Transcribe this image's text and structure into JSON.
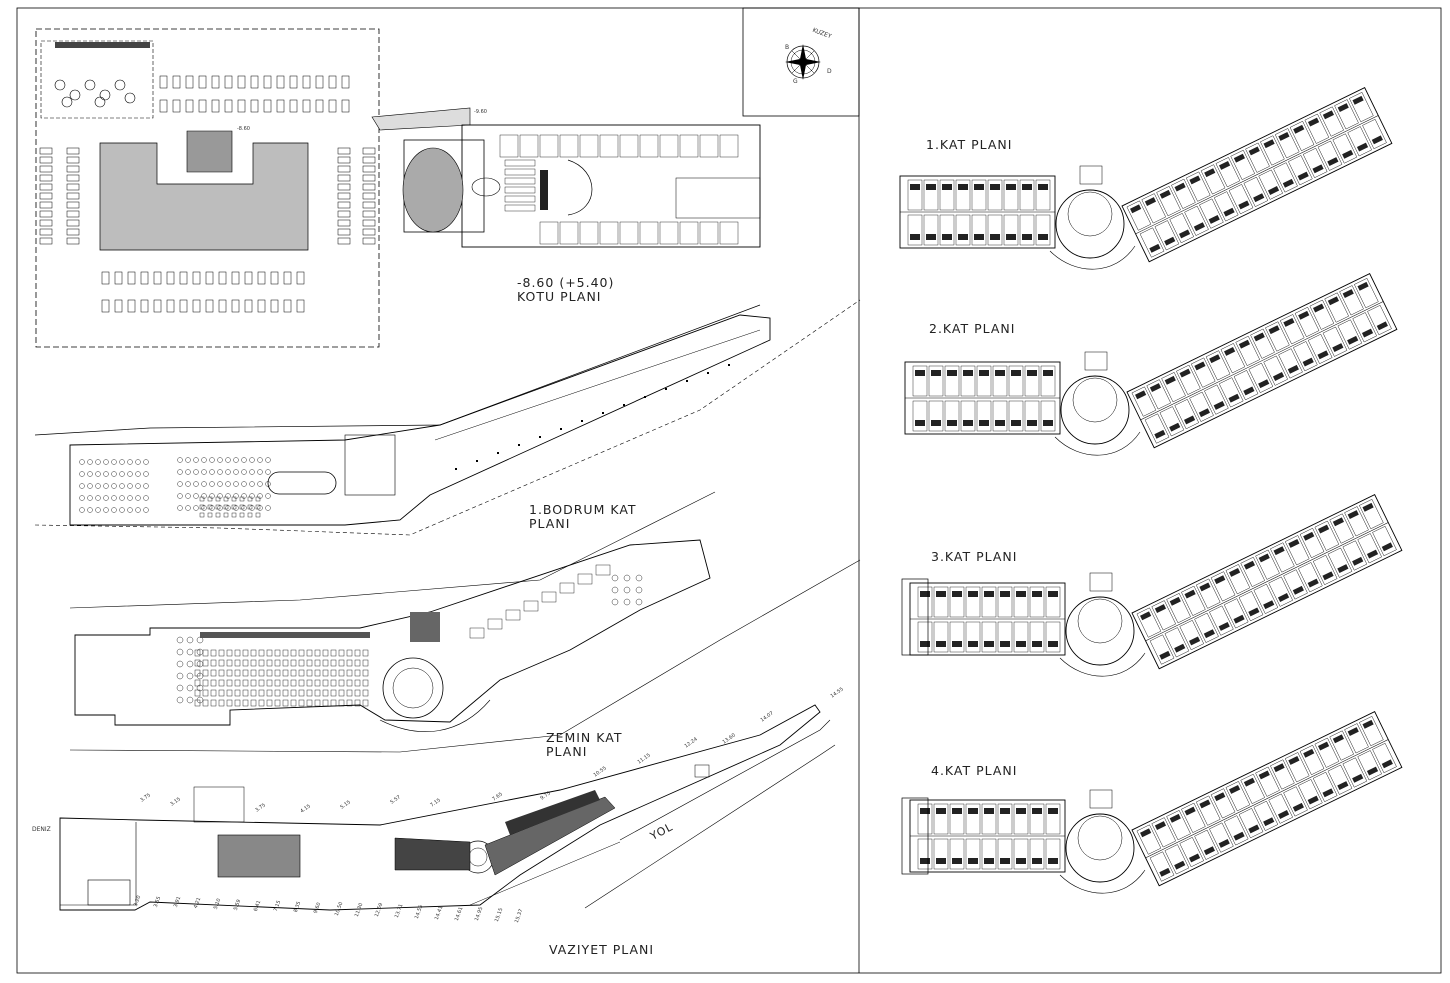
{
  "plans": {
    "kotu": {
      "line1": "-8.60 (+5.40)",
      "line2": "KOTU PLANI"
    },
    "bodrum": {
      "line1": "1.BODRUM KAT",
      "line2": "PLANI"
    },
    "zemin": {
      "line1": "ZEMIN KAT",
      "line2": "PLANI"
    },
    "vaziyet": {
      "title": "VAZIYET PLANI",
      "deniz": "DENIZ",
      "yol": "YOL"
    },
    "kat1": {
      "title": "1.KAT PLANI"
    },
    "kat2": {
      "title": "2.KAT PLANI"
    },
    "kat3": {
      "title": "3.KAT PLANI"
    },
    "kat4": {
      "title": "4.KAT PLANI"
    }
  },
  "compass": {
    "north": "KUZEY",
    "west": "B",
    "east": "D",
    "south": "G"
  },
  "levels": {
    "kotu_top": "-9.60",
    "kotu_left": "-8.60",
    "kotu_mid": "-8.60 (+5.40)"
  },
  "site_elevations": [
    "3.75",
    "3.15",
    "3.75",
    "4.15",
    "5.15",
    "5.57",
    "7.15",
    "7.65",
    "9.75",
    "10.55",
    "11.15",
    "12.24",
    "13.60",
    "14.07",
    "14.55"
  ],
  "road_elevations": [
    "15.37",
    "15.15",
    "14.95",
    "14.61",
    "14.41",
    "14.55",
    "13.71",
    "12.59",
    "11.30",
    "10.50",
    "9.60",
    "8.35",
    "7.15",
    "6.41",
    "5.59",
    "5.10",
    "4.21",
    "3.91",
    "3.55",
    "3.20"
  ]
}
